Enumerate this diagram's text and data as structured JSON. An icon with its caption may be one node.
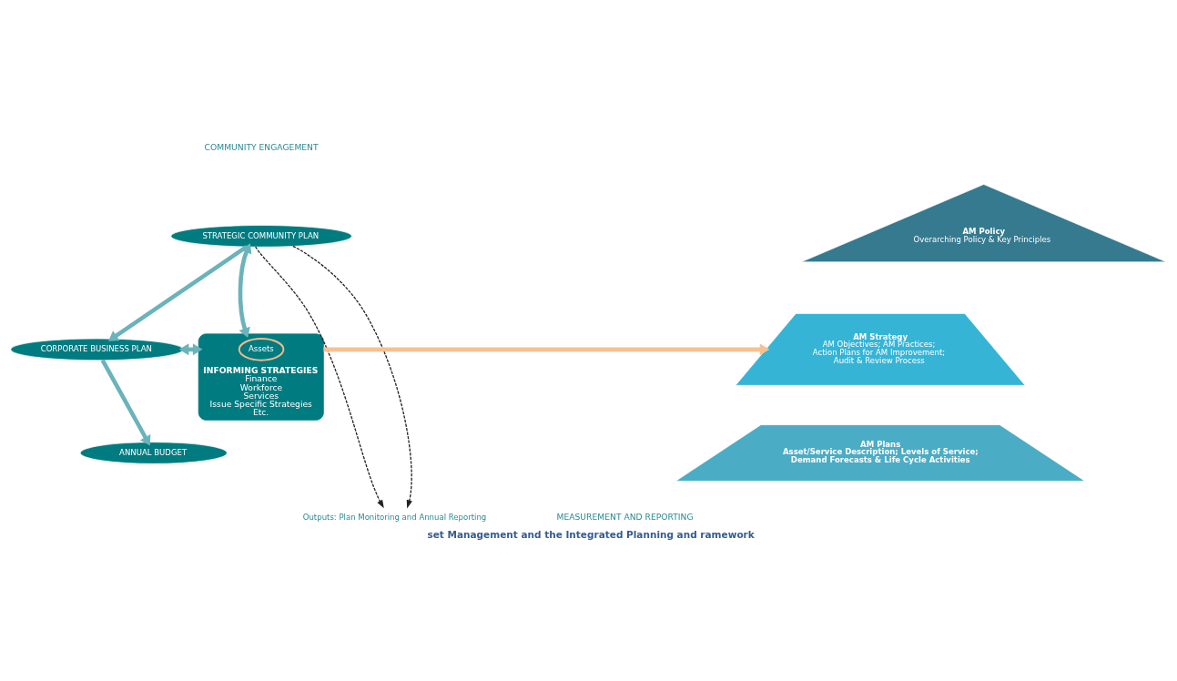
{
  "diagram": {
    "caption": "set Management and the Integrated Planning and ramework",
    "nodes": [
      {
        "text": [
          "STRATEGIC COMMUNITY PLAN"
        ]
      },
      {
        "text": [
          "CORPORATE BUSINESS PLAN"
        ]
      },
      {
        "text": [
          "ANNUAL BUDGET"
        ]
      },
      {
        "text": [
          "INFORMING STRATEGIES",
          "Finance",
          "Workforce",
          "Services",
          "Issue Specific Strategies",
          "Etc."
        ]
      },
      {
        "text": [
          "Assets"
        ],
        "in": 3
      },
      {
        "text": [
          "AM Policy",
          "Overarching Policy & Key Principles"
        ]
      },
      {
        "text": [
          "AM Strategy",
          "AM Objectives; AM Practices;",
          "Action Plans for AM Improvement;",
          "Audit & Review Process"
        ]
      },
      {
        "text": [
          "AM Plans",
          "Asset/Service Description; Levels of Service;",
          "Demand Forecasts & Life Cycle Activities"
        ]
      },
      {
        "text": [
          "Outputs: Plan Monitoring and Annual Reporting"
        ]
      }
    ],
    "edges": [
      {
        "from": 0,
        "to": 1,
        "arrow": "to"
      },
      {
        "from": 1,
        "to": 2,
        "arrow": "to"
      },
      {
        "from": 0,
        "to": 3,
        "arrow": "both"
      },
      {
        "from": 1,
        "to": 3,
        "arrow": "both"
      },
      {
        "from": 3,
        "to": 6,
        "arrow": "to",
        "color": "#f8c08f"
      },
      {
        "from": 0,
        "to": 8,
        "arrow": "to",
        "style": "dashed",
        "color": "#222222"
      },
      {
        "from": 0,
        "to": 8,
        "arrow": "to",
        "style": "dashed",
        "color": "#222222"
      }
    ],
    "labels": [
      "COMMUNITY ENGAGEMENT",
      "MEASUREMENT AND REPORTING"
    ]
  }
}
